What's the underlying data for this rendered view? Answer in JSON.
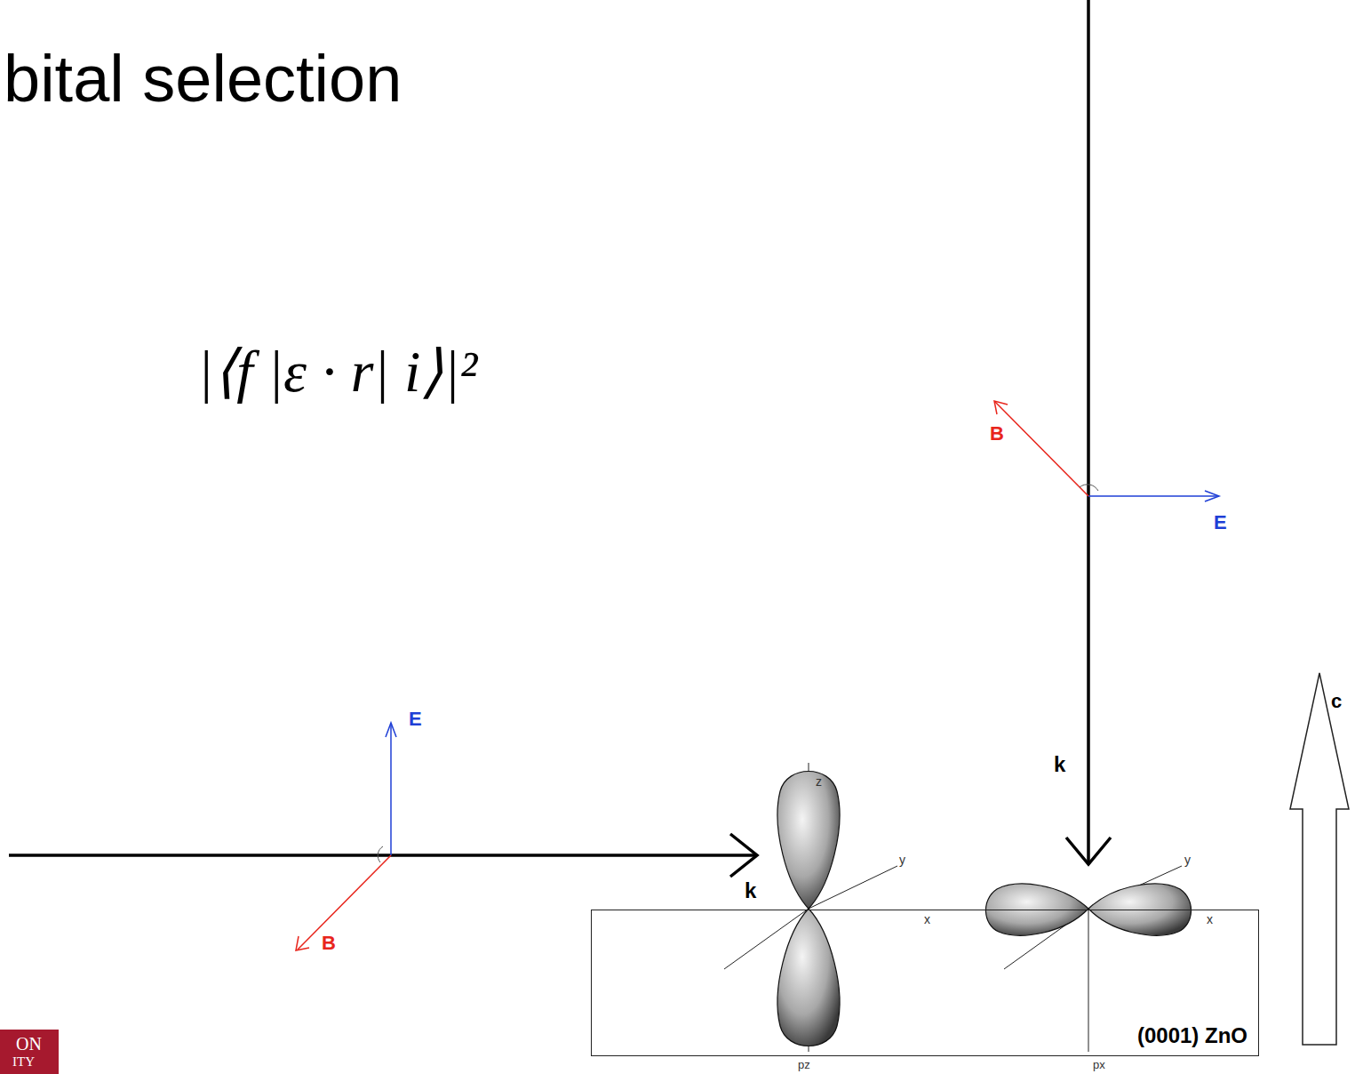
{
  "diagram": {
    "title": "bital selection",
    "nodes": [
      {
        "text": [
          "(0001) ZnO"
        ]
      }
    ],
    "labels": [
      "|⟨f |ε · r| i⟩|²",
      "B",
      "E",
      "k",
      "E",
      "B",
      "k",
      "c",
      "z",
      "y",
      "x",
      "y",
      "x",
      "pz",
      "px",
      "ON",
      "ITY"
    ]
  }
}
